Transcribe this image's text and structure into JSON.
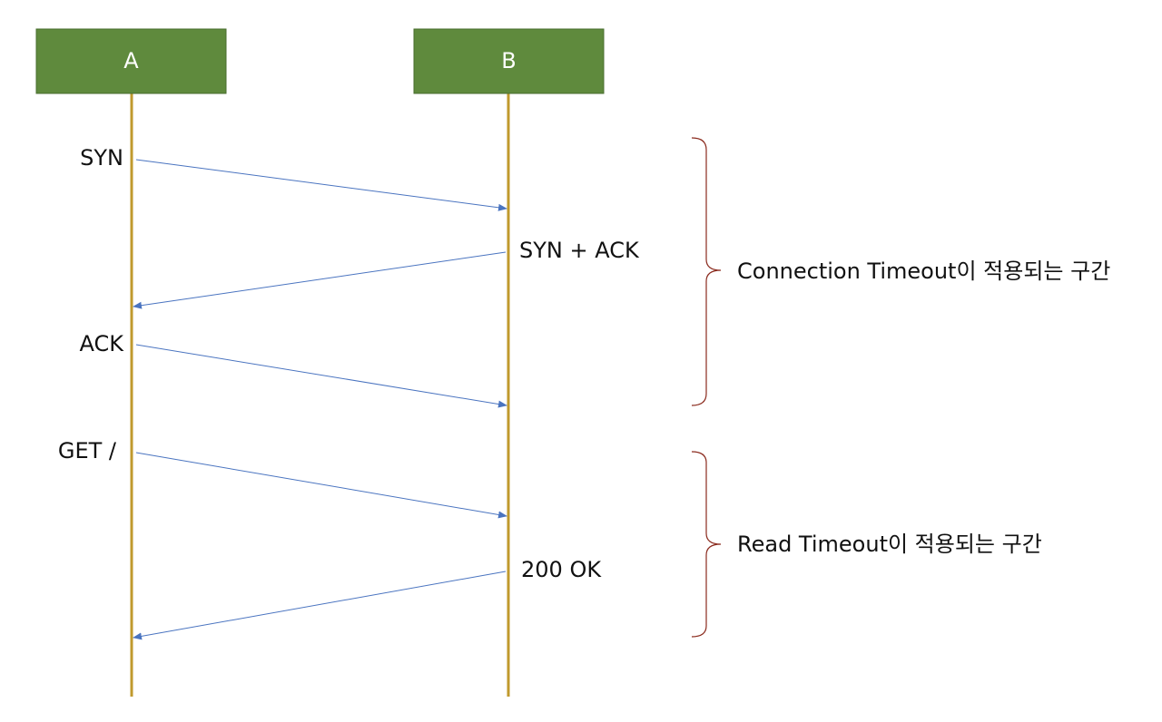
{
  "participants": {
    "a": {
      "label": "A"
    },
    "b": {
      "label": "B"
    }
  },
  "messages": {
    "syn": "SYN",
    "syn_ack": "SYN + ACK",
    "ack": "ACK",
    "get": "GET /",
    "ok": "200 OK"
  },
  "braces": {
    "connection": "Connection Timeout이 적용되는 구간",
    "read": "Read Timeout이 적용되는 구간"
  },
  "colors": {
    "participant_fill": "#5f8a3d",
    "participant_border": "#4a6e2f",
    "lifeline": "#c09a2e",
    "arrow": "#4a74c0",
    "brace": "#8b2b1e"
  }
}
